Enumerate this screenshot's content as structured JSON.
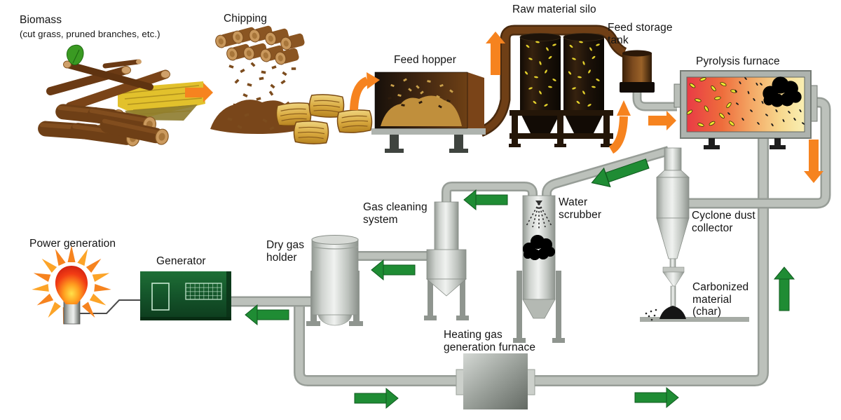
{
  "labels": {
    "biomass_title": "Biomass",
    "biomass_subtitle": "(cut grass, pruned branches, etc.)",
    "chipping": "Chipping",
    "feed_hopper": "Feed hopper",
    "raw_material_silo": "Raw material silo",
    "feed_storage_tank": "Feed storage\ntank",
    "pyrolysis_furnace": "Pyrolysis furnace",
    "cyclone_dust_collector": "Cyclone dust\ncollector",
    "carbonized_material": "Carbonized\nmaterial\n(char)",
    "water_scrubber": "Water\nscrubber",
    "gas_cleaning_system": "Gas cleaning\nsystem",
    "dry_gas_holder": "Dry gas\nholder",
    "generator": "Generator",
    "power_generation": "Power generation",
    "heating_gas_generation_furnace": "Heating gas\ngeneration furnace"
  },
  "flow_sequence": [
    "Biomass (cut grass, pruned branches, etc.)",
    "Chipping",
    "Feed hopper",
    "Raw material silo",
    "Feed storage tank",
    "Pyrolysis furnace",
    "Cyclone dust collector",
    "Water scrubber",
    "Gas cleaning system",
    "Dry gas holder",
    "Generator",
    "Power generation"
  ],
  "byproduct": "Carbonized material (char)",
  "recycle_loop_component": "Heating gas generation furnace",
  "colors": {
    "material_flow_arrow": "#f6831f",
    "gas_flow_arrow": "#1f8c34",
    "pipe_gray": "#b2b7b1",
    "generator_green": "#14542a",
    "furnace_hot_red": "#ee3d44",
    "furnace_cool_yellow": "#f7e9b4",
    "water_cloud_blue": "#2f6fd6"
  }
}
